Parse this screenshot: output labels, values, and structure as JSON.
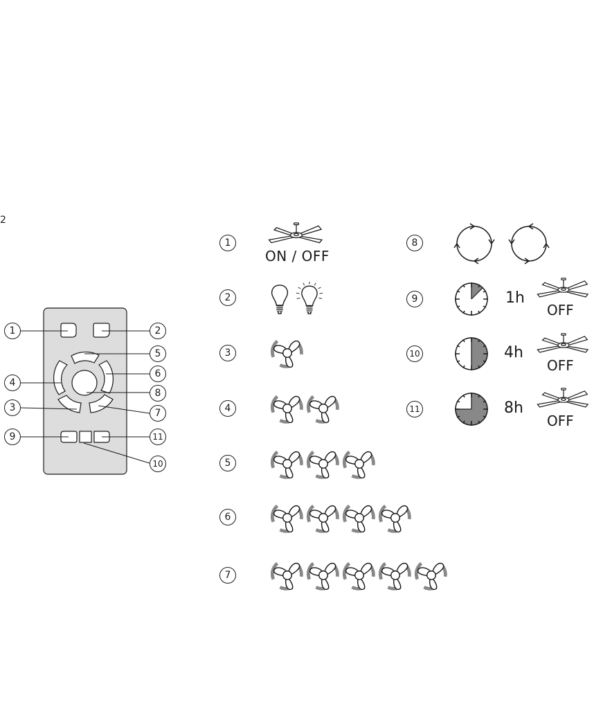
{
  "page_number": "2",
  "remote": {
    "callouts": [
      "1",
      "2",
      "3",
      "4",
      "5",
      "6",
      "7",
      "8",
      "9",
      "10",
      "11"
    ]
  },
  "legend": {
    "items": [
      {
        "num": "1",
        "caption": "ON / OFF",
        "icon": "ceiling-fan-icon"
      },
      {
        "num": "2",
        "icon": "light-bulb-icon"
      },
      {
        "num": "3",
        "icon": "fan-speed-icon",
        "level": 1
      },
      {
        "num": "4",
        "icon": "fan-speed-icon",
        "level": 2
      },
      {
        "num": "5",
        "icon": "fan-speed-icon",
        "level": 3
      },
      {
        "num": "6",
        "icon": "fan-speed-icon",
        "level": 4
      },
      {
        "num": "7",
        "icon": "fan-speed-icon",
        "level": 5
      },
      {
        "num": "8",
        "icon": "rotation-direction-icon"
      },
      {
        "num": "9",
        "hours": "1h",
        "off": "OFF",
        "timer_fill": 0.125
      },
      {
        "num": "10",
        "hours": "4h",
        "off": "OFF",
        "timer_fill": 0.5
      },
      {
        "num": "11",
        "hours": "8h",
        "off": "OFF",
        "timer_fill": 0.75
      }
    ]
  },
  "colors": {
    "line": "#1a1a1a",
    "remote_fill": "#dddddd",
    "icon_gray": "#888888"
  }
}
